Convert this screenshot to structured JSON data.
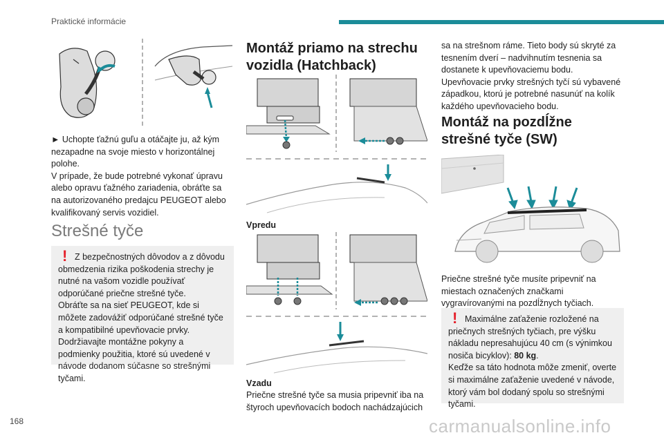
{
  "header": {
    "section_title": "Praktické informácie"
  },
  "footer": {
    "page_number": "168",
    "watermark": "carmanualsonline.info"
  },
  "column1": {
    "instruction": "► Uchopte ťažnú guľu a otáčajte ju, až kým nezapadne na svoje miesto v horizontálnej polohe.",
    "note": "V prípade, že bude potrebné vykonať úpravu alebo opravu ťažného zariadenia, obráťte sa na autorizovaného predajcu PEUGEOT alebo kvalifikovaný servis vozidiel.",
    "roof_bars_title": "Strešné tyče",
    "warning": {
      "mark": "!",
      "line1": "Z bezpečnostných dôvodov a z dôvodu obmedzenia rizika poškodenia strechy je nutné na vašom vozidle používať odporúčané priečne strešné tyče.",
      "line2": "Obráťte sa na sieť PEUGEOT, kde si môžete zadovážiť odporúčané strešné tyče a kompatibilné upevňovacie prvky.",
      "line3": "Dodržiavajte montážne pokyny a podmienky použitia, ktoré sú uvedené v návode dodanom súčasne so strešnými tyčami."
    }
  },
  "column2": {
    "title": "Montáž priamo na strechu vozidla (Hatchback)",
    "label_front": "Vpredu",
    "label_rear": "Vzadu",
    "text": "Priečne strešné tyče sa musia pripevniť iba na štyroch upevňovacích bodoch nachádzajúcich"
  },
  "column3": {
    "continuation": "sa na strešnom ráme. Tieto body sú skryté za tesnením dverí – nadvihnutím tesnenia sa dostanete k upevňovaciemu bodu.",
    "continuation2": "Upevňovacie prvky strešných tyčí sú vybavené západkou, ktorú je potrebné nasunúť na kolík každého upevňovacieho bodu.",
    "title": "Montáž na pozdĺžne strešné tyče (SW)",
    "text": "Priečne strešné tyče musíte pripevniť na miestach označených značkami vygravírovanými na pozdĺžnych tyčiach.",
    "warning": {
      "mark": "!",
      "line1_a": "Maximálne zaťaženie rozložené na priečnych strešných tyčiach, pre výšku nákladu nepresahujúcu 40 cm (s výnimkou nosiča bicyklov): ",
      "line1_b": "80 kg",
      "line1_c": ".",
      "line2": "Keďže sa táto hodnota môže zmeniť, overte si maximálne zaťaženie uvedené v návode, ktorý vám bol dodaný spolu so strešnými tyčami."
    }
  },
  "colors": {
    "accent": "#1b8c99",
    "warning": "#e5202b",
    "box_bg": "#efefef",
    "arrow": "#1b8c99"
  }
}
